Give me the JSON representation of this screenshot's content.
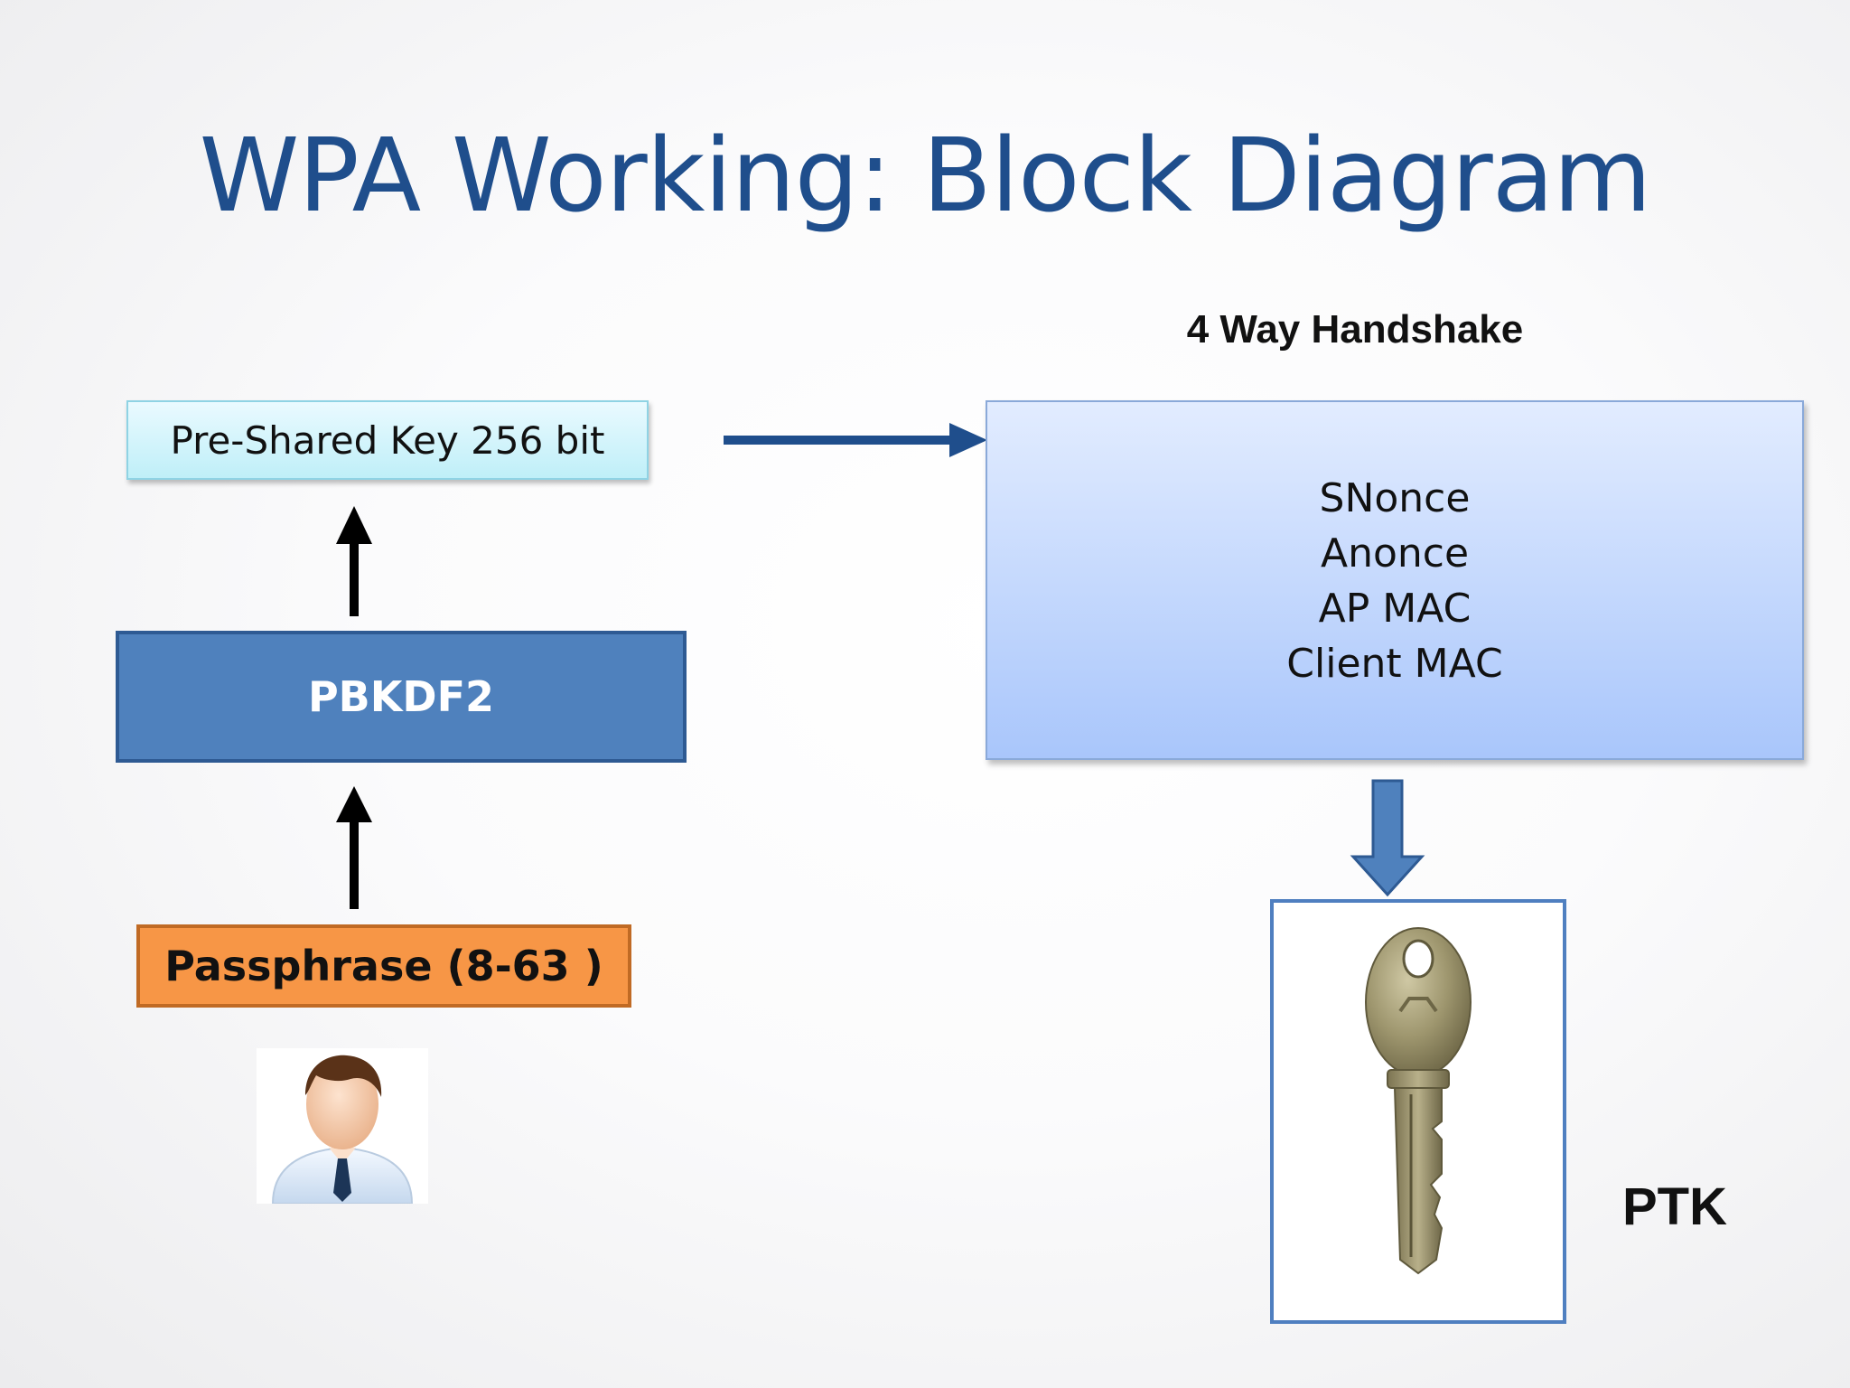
{
  "title": "WPA Working: Block Diagram",
  "handshake": {
    "heading": "4 Way Handshake",
    "items": [
      "SNonce",
      "Anonce",
      "AP MAC",
      "Client MAC"
    ]
  },
  "blocks": {
    "psk": "Pre-Shared Key  256 bit",
    "pbkdf2": "PBKDF2",
    "passphrase": "Passphrase (8-63 )"
  },
  "output": {
    "label": "PTK"
  },
  "colors": {
    "title": "#1f4e8c",
    "pbkdf2_fill": "#4f81bd",
    "passphrase_fill": "#f79646",
    "psk_fill": "#d6f5fb",
    "handshake_fill": "#c4d8fd",
    "arrow_dark_blue": "#1f4e8c",
    "arrow_black": "#000000"
  },
  "icons": {
    "user": "user-avatar-icon",
    "key": "key-icon"
  }
}
